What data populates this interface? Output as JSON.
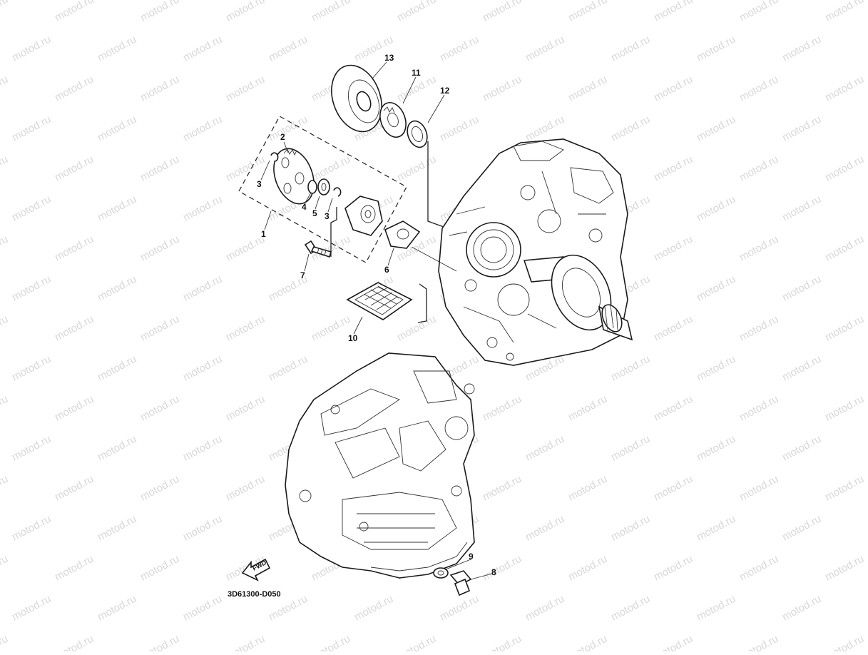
{
  "diagram": {
    "watermark_text": "motod.ru",
    "reference_code": "3D61300-D050",
    "fwd_label": "FWD",
    "callouts": [
      "1",
      "2",
      "3",
      "3",
      "4",
      "5",
      "6",
      "7",
      "8",
      "9",
      "10",
      "11",
      "12",
      "13"
    ],
    "colors": {
      "line": "#1a1a1a",
      "watermark": "#d8d8d8",
      "background": "#ffffff"
    }
  }
}
